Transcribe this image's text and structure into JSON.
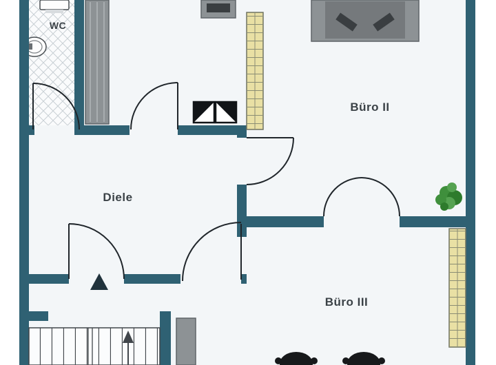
{
  "rooms": [
    {
      "label": "WC"
    },
    {
      "label": "Diele"
    },
    {
      "label": "Büro II"
    },
    {
      "label": "Büro III"
    }
  ],
  "furniture_icons": [
    "wardrobe-cabinet-icon",
    "toilet-icon",
    "wash-basin-icon",
    "radiator-icon",
    "office-desk-island-icon",
    "monitor-icon",
    "office-chair-icon",
    "chimney-shaft-icon",
    "potted-plant-icon",
    "staircase-icon",
    "stairs-up-arrow-icon",
    "entrance-arrow-icon",
    "door-swing-arc",
    "door-panel-icon",
    "shelf-cabinet-icon"
  ],
  "colors": {
    "wall": "#2f6173",
    "floor": "#f3f6f8",
    "line": "#20262b",
    "text": "#3b4247",
    "radiator": "#e9e0a4",
    "radiator_line": "#8a8d74",
    "tile_line": "#c9d0d4",
    "furniture_gray": "#8d9295",
    "furniture_dark": "#3a3e41",
    "chair_black": "#17191b",
    "plant_green": "#3f8f3c",
    "arrow": "#20323c"
  }
}
